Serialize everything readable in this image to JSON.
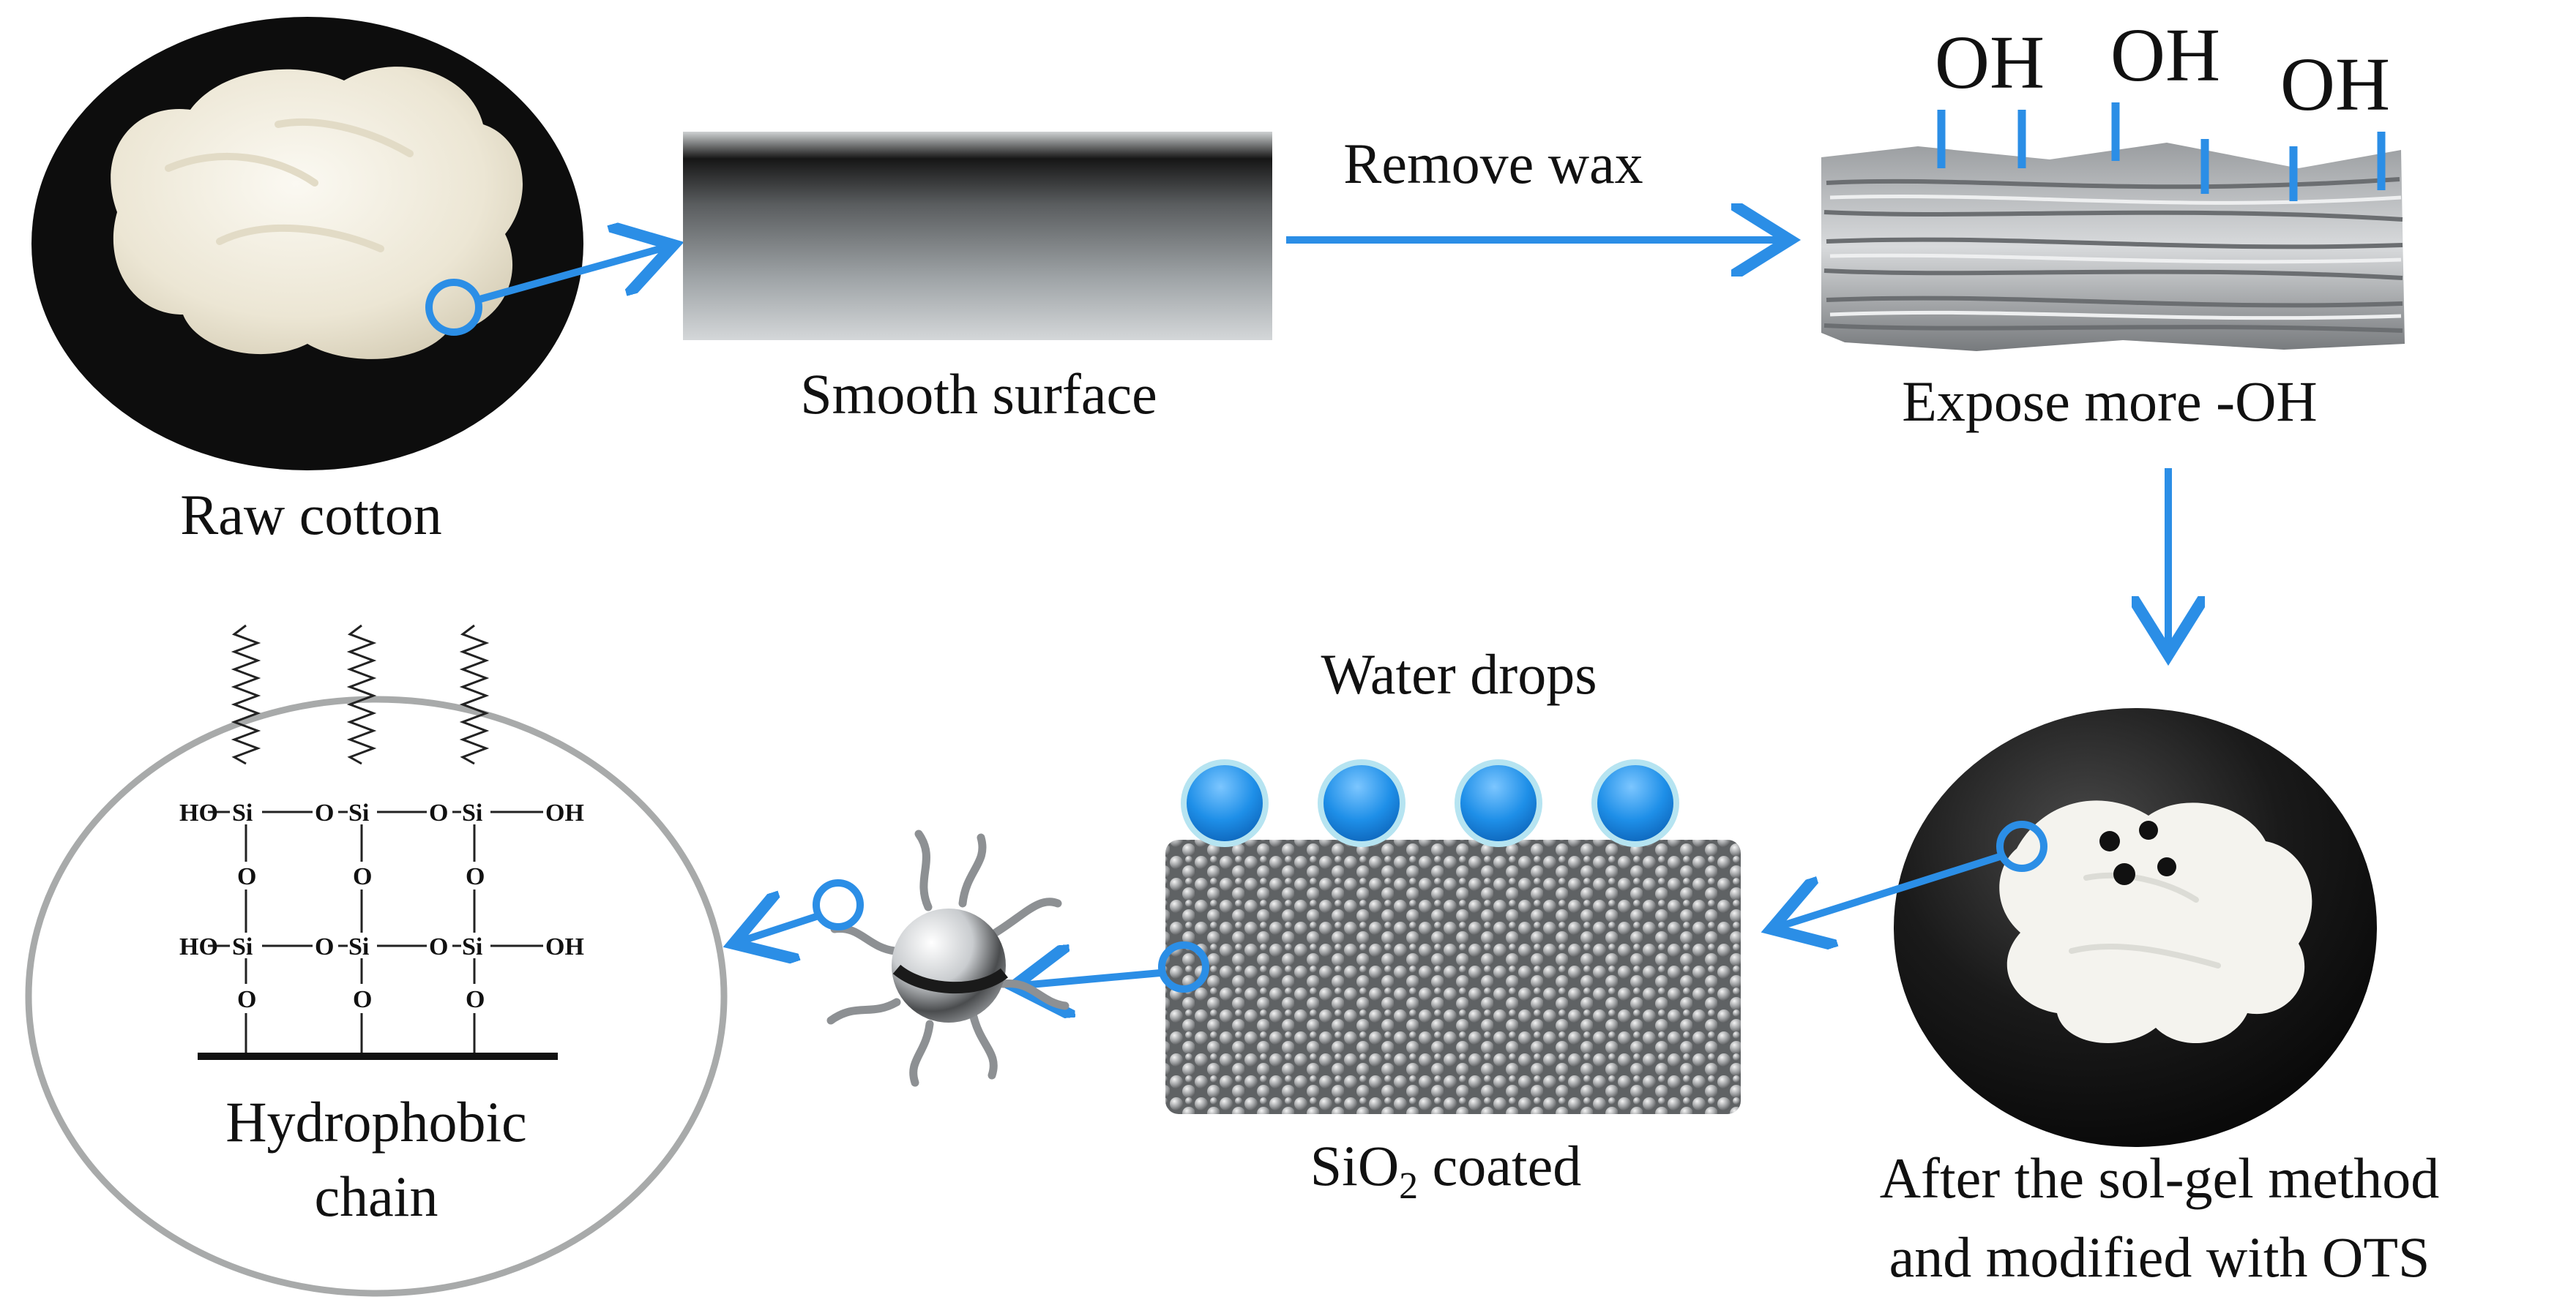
{
  "labels": {
    "raw_cotton": "Raw cotton",
    "smooth_surface": "Smooth surface",
    "remove_wax": "Remove wax",
    "expose_oh": "Expose more -OH",
    "oh": "OH",
    "after_line1": "After the sol-gel method",
    "after_line2": "and modified with OTS",
    "water_drops": "Water drops",
    "sio2_si": "SiO",
    "sio2_sub": "2",
    "sio2_rest": " coated",
    "hydrophobic_line1": "Hydrophobic",
    "hydrophobic_line2": "chain"
  },
  "chem": {
    "ho": "HO",
    "oh": "OH",
    "si": "Si",
    "o": "O"
  },
  "colors": {
    "arrow": "#2b8ee6",
    "circle_border": "#a8aaaa",
    "photo_bg": "#111111",
    "cotton": "#f2efe6",
    "water_drop": "#1d8fe8",
    "water_drop_edge": "#b6e4f1"
  }
}
